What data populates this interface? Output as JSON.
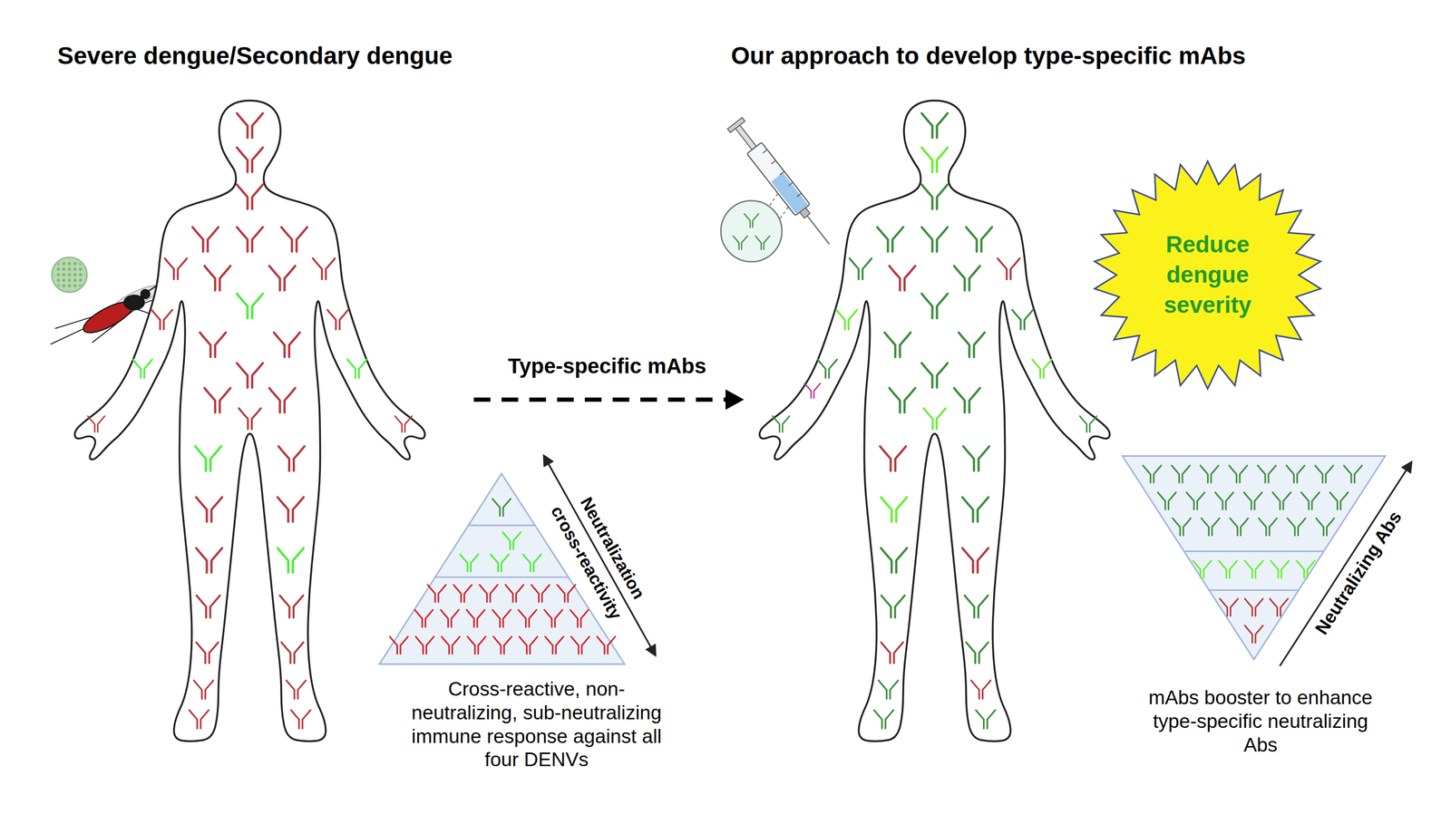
{
  "diagram": {
    "nodes": [
      {
        "text": [
          "Reduce dengue severity"
        ]
      }
    ],
    "labels": [
      "Severe dengue/Secondary dengue",
      "Our approach to develop type-specific mAbs",
      "Type-specific mAbs",
      "Neutralization",
      "cross-reactivity",
      "Cross-reactive, non-neutralizing, sub-neutralizing immune response against all four DENVs",
      "Neutralizing Abs",
      "mAbs booster to enhance type-specific neutralizing Abs"
    ]
  }
}
